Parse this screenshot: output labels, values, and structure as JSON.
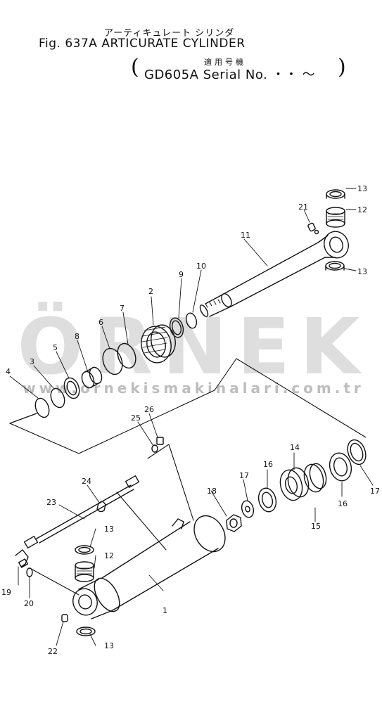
{
  "header": {
    "title_jp": "アーティキュレート シリンダ",
    "title": "Fig. 637A  ARTICURATE CYLINDER",
    "applicable_jp": "適用号機",
    "serial_line": "GD605A  Serial No.   ・・ ～",
    "paren_left": "(",
    "paren_right": ")"
  },
  "watermark": {
    "brand": "ÖRNEK",
    "url": "www.ornekismakinalari.com.tr"
  },
  "parts": {
    "p1": "1",
    "p2": "2",
    "p3": "3",
    "p4": "4",
    "p5": "5",
    "p6": "6",
    "p7": "7",
    "p8": "8",
    "p9": "9",
    "p10": "10",
    "p11": "11",
    "p12": "12",
    "p12b": "12",
    "p13a": "13",
    "p13b": "13",
    "p13c": "13",
    "p13d": "13",
    "p14": "14",
    "p15": "15",
    "p16a": "16",
    "p16b": "16",
    "p17a": "17",
    "p17b": "17",
    "p18": "18",
    "p19": "19",
    "p20": "20",
    "p21": "21",
    "p22": "22",
    "p23": "23",
    "p24": "24",
    "p25": "25",
    "p26": "26"
  }
}
